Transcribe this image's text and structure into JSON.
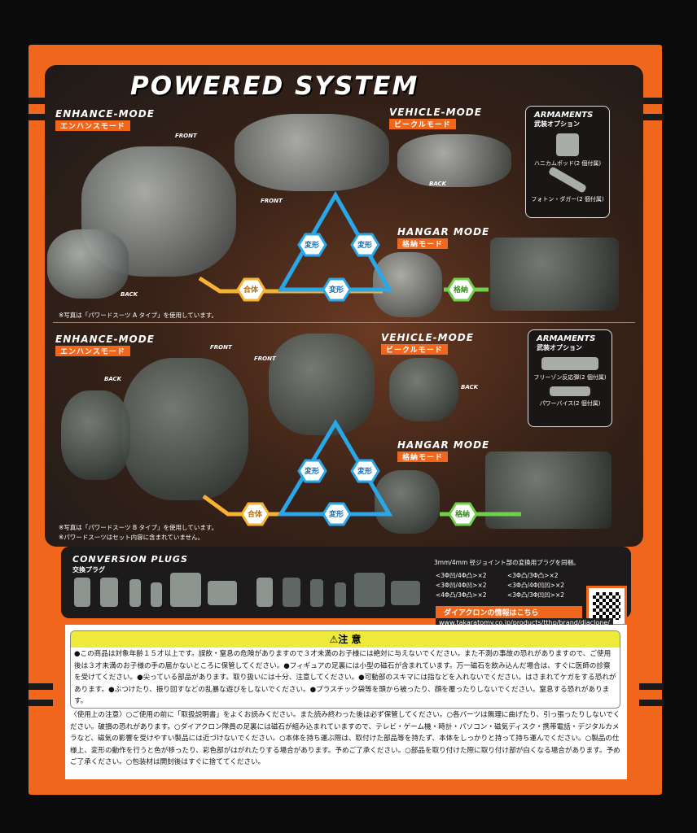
{
  "title": "POWERED SYSTEM",
  "top": {
    "enhance": {
      "label": "ENHANCE-MODE",
      "jp": "エンハンスモード"
    },
    "vehicle": {
      "label": "VEHICLE-MODE",
      "jp": "ビークルモード"
    },
    "hangar": {
      "label": "HANGAR MODE",
      "jp": "格納モード"
    },
    "front": "FRONT",
    "back": "BACK",
    "note": "※写真は「パワードスーツ A タイプ」を使用しています。",
    "armaments": {
      "title": "ARMAMENTS",
      "jp": "武装オプション",
      "items": [
        "ハニカムポッド(2 個付属)",
        "フォトン・ダガー(2 個付属)"
      ]
    }
  },
  "bottom": {
    "enhance": {
      "label": "ENHANCE-MODE",
      "jp": "エンハンスモード"
    },
    "vehicle": {
      "label": "VEHICLE-MODE",
      "jp": "ビークルモード"
    },
    "hangar": {
      "label": "HANGAR MODE",
      "jp": "格納モード"
    },
    "front": "FRONT",
    "back": "BACK",
    "note1": "※写真は「パワードスーツ B タイプ」を使用しています。",
    "note2": "※パワードスーツはセット内容に含まれていません。",
    "armaments": {
      "title": "ARMAMENTS",
      "jp": "武装オプション",
      "items": [
        "フリーゾン反応弾(2 個付属)",
        "パワーバイス(2 個付属)"
      ]
    }
  },
  "diagram": {
    "transform": "変形",
    "combine": "合体",
    "store": "格納"
  },
  "plugs": {
    "title": "CONVERSION PLUGS",
    "jp": "交換プラグ",
    "note": "3mm/4mm 径ジョイント部の変換用プラグを同梱。",
    "list": [
      "<3Φ凹/4Φ凸>×2",
      "<3Φ凸/3Φ凸>×2",
      "<3Φ凹/4Φ凹>×2",
      "<3Φ凸/4Φ凹凹>×2",
      "<4Φ凸/3Φ凸>×2",
      "<3Φ凸/3Φ凹凹>×2"
    ]
  },
  "info": {
    "label": "ダイアクロンの情報はこちら",
    "url": "www.takaratomy.co.jp/products/tthp/brand/diaclone/"
  },
  "warning": {
    "heading": "⚠注 意",
    "text": "●この商品は対象年齢１５才以上です。誤飲・窒息の危険がありますので３才未満のお子様には絶対に与えないでください。また不測の事故の恐れがありますので、ご使用後は３才未満のお子様の手の届かないところに保管してください。●フィギュアの足裏には小型の磁石が含まれています。万一磁石を飲み込んだ場合は、すぐに医師の診察を受けてください。●尖っている部品があります。取り扱いには十分、注意してください。●可動部のスキマには指などを入れないでください。はさまれてケガをする恐れがあります。●ぶつけたり、振り回すなどの乱暴な遊びをしないでください。●プラスチック袋等を頭から被ったり、顔を覆ったりしないでください。窒息する恐れがあります。",
    "usage": "〈使用上の注意〉○ご使用の前に「取扱説明書」をよくお読みください。また読み終わった後は必ず保管してください。○各パーツは無理に曲げたり、引っ張ったりしないでください。破損の恐れがあります。○ダイアクロン隊員の足裏には磁石が組み込まれていますので、テレビ・ゲーム機・時計・パソコン・磁気ディスク・携帯電話・デジタルカメラなど、磁気の影響を受けやすい製品には近づけないでください。○本体を持ち運ぶ際は、取付けた部品等を持たず、本体をしっかりと持って持ち運んでください。○製品の仕様上、変形の動作を行うと色が移ったり、彩色部がはがれたりする場合があります。予めご了承ください。○部品を取り付けた際に取り付け部が白くなる場合があります。予めご了承ください。○包装材は開封後はすぐに捨ててください。"
  },
  "colors": {
    "box": "#f0661c",
    "panel": "#2a1f1a",
    "blue": "#2aa7e8",
    "yellow": "#f5b233",
    "green": "#6fd14a",
    "warn": "#eeea3c"
  }
}
